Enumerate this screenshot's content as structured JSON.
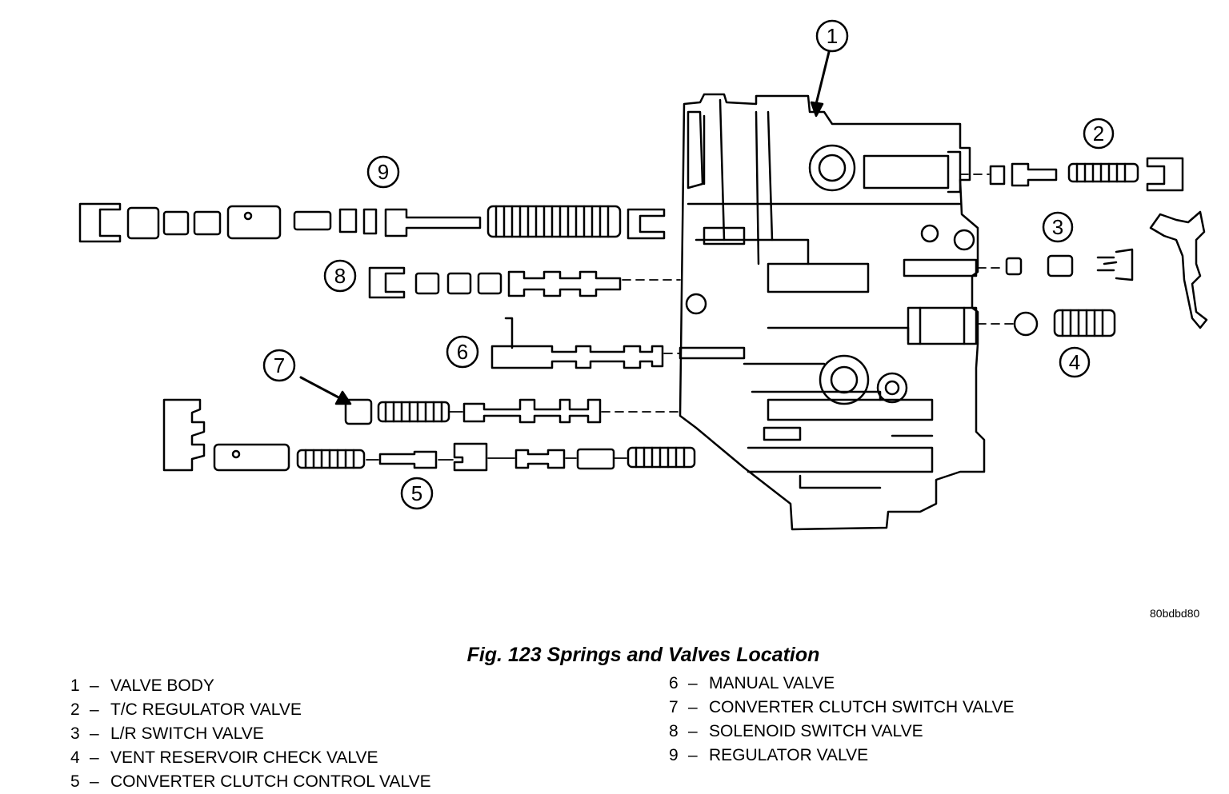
{
  "figure": {
    "id": "80bdbd80",
    "caption": "Fig. 123 Springs and Valves Location"
  },
  "callouts": [
    {
      "n": "1"
    },
    {
      "n": "2"
    },
    {
      "n": "3"
    },
    {
      "n": "4"
    },
    {
      "n": "5"
    },
    {
      "n": "6"
    },
    {
      "n": "7"
    },
    {
      "n": "8"
    },
    {
      "n": "9"
    }
  ],
  "legend": {
    "dash": "–",
    "left": [
      {
        "num": "1",
        "label": "VALVE BODY"
      },
      {
        "num": "2",
        "label": "T/C REGULATOR VALVE"
      },
      {
        "num": "3",
        "label": "L/R SWITCH VALVE"
      },
      {
        "num": "4",
        "label": "VENT RESERVOIR CHECK VALVE"
      },
      {
        "num": "5",
        "label": "CONVERTER CLUTCH CONTROL VALVE"
      }
    ],
    "right": [
      {
        "num": "6",
        "label": "MANUAL VALVE"
      },
      {
        "num": "7",
        "label": "CONVERTER CLUTCH SWITCH VALVE"
      },
      {
        "num": "8",
        "label": "SOLENOID SWITCH VALVE"
      },
      {
        "num": "9",
        "label": "REGULATOR VALVE"
      }
    ]
  }
}
